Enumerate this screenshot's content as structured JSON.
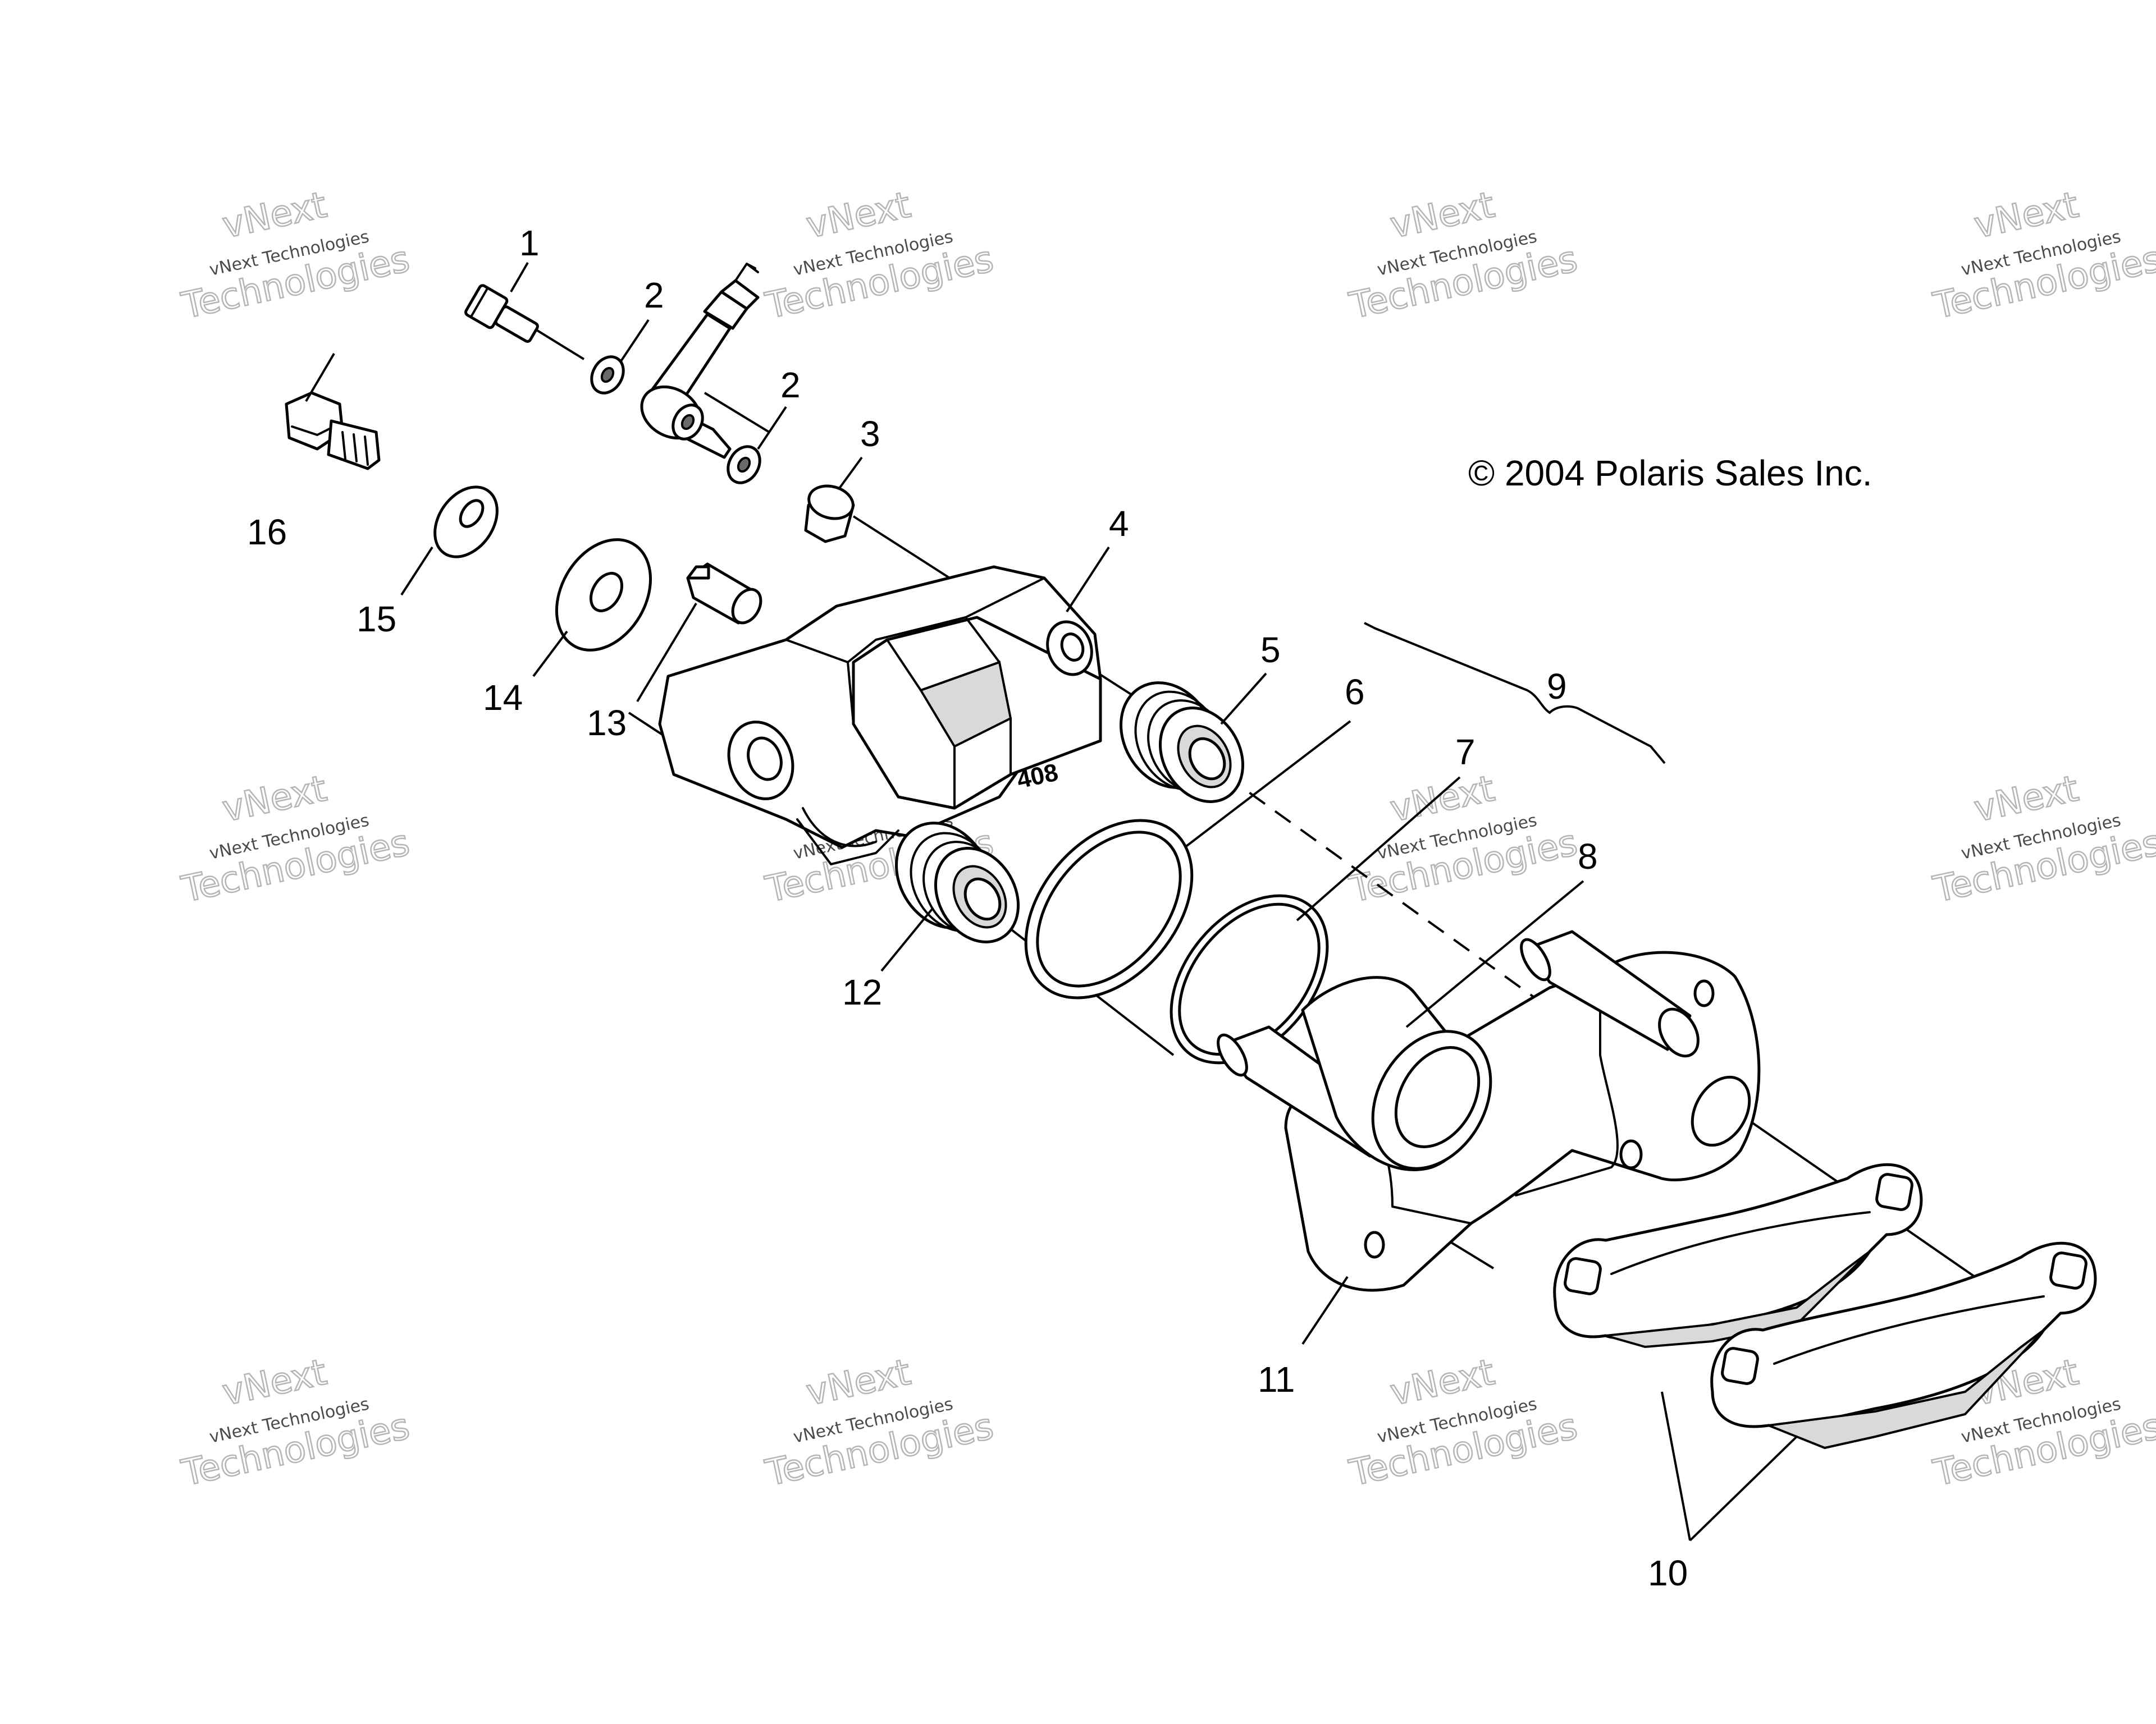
{
  "copyright": "© 2004 Polaris Sales Inc.",
  "callouts": [
    "1",
    "2",
    "2",
    "3",
    "4",
    "5",
    "6",
    "7",
    "8",
    "9",
    "10",
    "11",
    "12",
    "13",
    "14",
    "15",
    "16"
  ],
  "caliper_stamp": "408",
  "watermark": {
    "line1": "vNext Technologies",
    "line2": "vNext",
    "line3": "Technologies"
  }
}
